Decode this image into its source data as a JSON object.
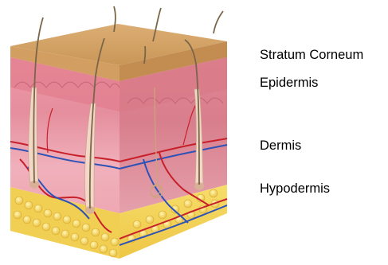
{
  "labels": {
    "stratum_corneum": "Stratum Corneum",
    "epidermis": "Epidermis",
    "dermis": "Dermis",
    "hypodermis": "Hypodermis"
  },
  "colors": {
    "stratum_corneum": "#d9a86e",
    "epidermis": "#e8919f",
    "dermis": "#f2b7bf",
    "hypodermis_fat": "#f5d85a",
    "artery": "#c8202a",
    "vein": "#2c52b8",
    "hair": "#7a6648"
  }
}
